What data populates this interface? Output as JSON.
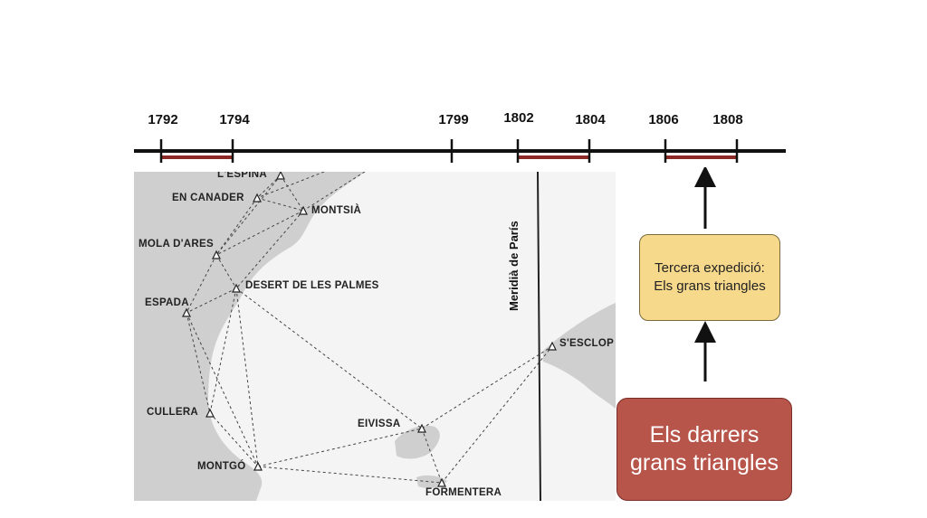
{
  "timeline": {
    "years": [
      "1792",
      "1794",
      "1799",
      "1802",
      "1804",
      "1806",
      "1808"
    ]
  },
  "map": {
    "meridian_label": "Meridià de París",
    "places": {
      "espina": "L'ESPINA",
      "canader": "EN CANADER",
      "montsia": "MONTSIÀ",
      "mola": "MOLA D'ARES",
      "desert": "DESERT DE LES PALMES",
      "espada": "ESPADA",
      "cullera": "CULLERA",
      "montgo": "MONTGÓ",
      "eivissa": "EIVISSA",
      "formentera": "FORMENTERA",
      "esclop": "S'ESCLOP"
    }
  },
  "callout": {
    "text": "Tercera expedició: Els grans triangles"
  },
  "main_box": {
    "text": "Els darrers grans triangles"
  },
  "colors": {
    "segment": "#8b2a26",
    "callout": "#f7d98c",
    "main_box": "#b8554b"
  }
}
